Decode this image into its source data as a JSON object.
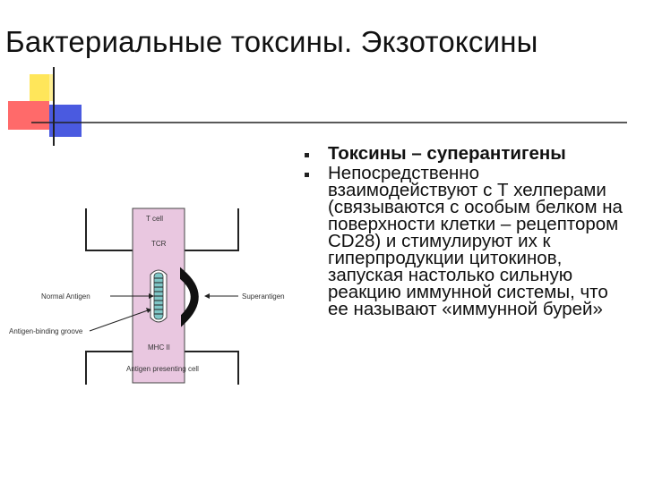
{
  "slide": {
    "title": "Бактериальные токсины. Экзотоксины"
  },
  "bullets": [
    {
      "text": "Токсины – суперантигены",
      "bold": true
    },
    {
      "text": "Непосредственно взаимодействуют с Т хелперами (связываются с особым белком на поверхности клетки – рецептором CD28) и стимулируют их к гиперпродукции цитокинов, запуская настолько сильную реакцию иммунной системы, что ее называют «иммунной бурей»",
      "bold": false
    }
  ],
  "diagram": {
    "labels": {
      "t_cell": "T cell",
      "tcr": "TCR",
      "normal_antigen": "Normal Antigen",
      "superantigen": "Superantigen",
      "antigen_binding_groove": "Antigen-binding groove",
      "mhc": "MHC II",
      "apc": "Antigen presenting cell"
    }
  },
  "colors": {
    "pink": "#e9c7e0",
    "yellow": "#ffe65a",
    "red": "#ff5a5a",
    "blue": "#4a5ae0",
    "teal": "#7fc7c7"
  }
}
